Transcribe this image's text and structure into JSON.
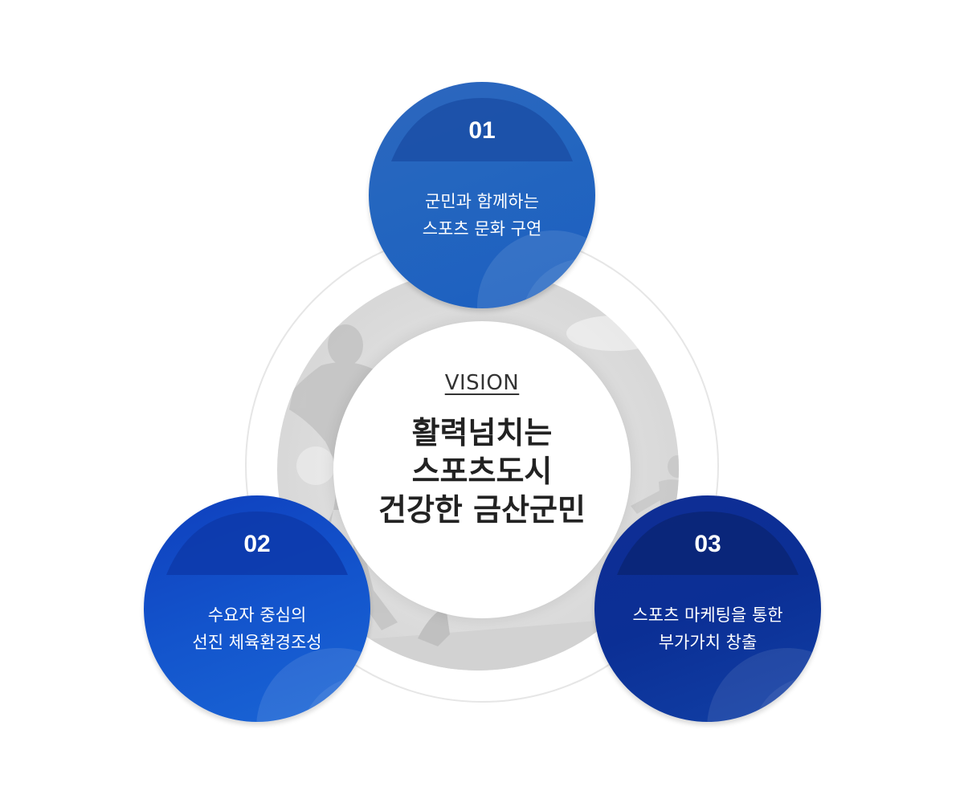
{
  "vision": {
    "label": "VISION",
    "lines": [
      "활력넘치는",
      "스포츠도시",
      "건강한 금산군민"
    ]
  },
  "goals": [
    {
      "number": "01",
      "lines": [
        "군민과 함께하는",
        "스포츠 문화 구연"
      ]
    },
    {
      "number": "02",
      "lines": [
        "수요자 중심의",
        "선진 체육환경조성"
      ]
    },
    {
      "number": "03",
      "lines": [
        "스포츠 마케팅을 통한",
        "부가가치 창출"
      ]
    }
  ],
  "colors": {
    "goal_1": "#2466bf",
    "goal_2": "#1354cc",
    "goal_3": "#0b2f95",
    "ring_grey": "#dcdcdc",
    "text_dark": "#222222"
  }
}
